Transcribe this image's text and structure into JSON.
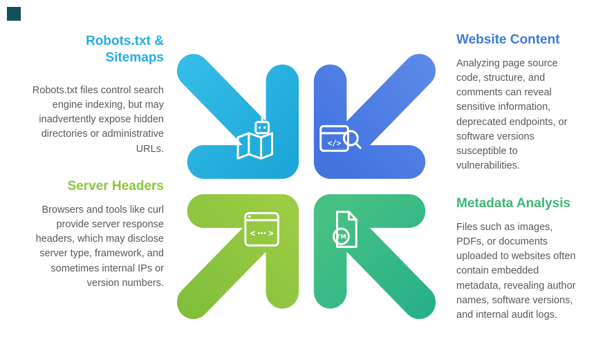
{
  "page": {
    "background": "#ffffff"
  },
  "brand_square": {
    "color": "#12505c"
  },
  "text_color": "#58595b",
  "sections": {
    "robots": {
      "title": "Robots.txt & Sitemaps",
      "title_color": "#29abe2",
      "body": "Robots.txt files control search engine indexing, but may inadvertently expose hidden directories or administrative URLs."
    },
    "website": {
      "title": "Website Content",
      "title_color": "#3d7cd9",
      "body": "Analyzing page source code, structure, and comments can reveal sensitive information, deprecated endpoints, or software versions susceptible to vulnerabilities."
    },
    "server": {
      "title": "Server Headers",
      "title_color": "#8cc63f",
      "body": "Browsers and tools like curl provide server response headers, which may disclose server type, framework, and sometimes internal IPs or version numbers."
    },
    "metadata": {
      "title": "Metadata Analysis",
      "title_color": "#3cb878",
      "body": "Files such as images, PDFs, or documents uploaded to websites often contain embedded metadata, revealing author names, software versions, and internal audit logs."
    }
  },
  "arrows": {
    "robots": {
      "icon": "map-robot-icon",
      "gradient": [
        "#38bfe9",
        "#1ea7d9"
      ]
    },
    "website": {
      "icon": "code-search-icon",
      "gradient": [
        "#5f8ce9",
        "#4273df"
      ]
    },
    "server": {
      "icon": "browser-window-icon",
      "gradient": [
        "#7dbd3a",
        "#9ccb44"
      ]
    },
    "metadata": {
      "icon": "tm-document-icon",
      "gradient": [
        "#23ae8a",
        "#47c183"
      ]
    }
  },
  "icon_glyphs": {
    "code": "</>",
    "angle_left": "<",
    "angle_right": ">",
    "trademark": "TM"
  }
}
